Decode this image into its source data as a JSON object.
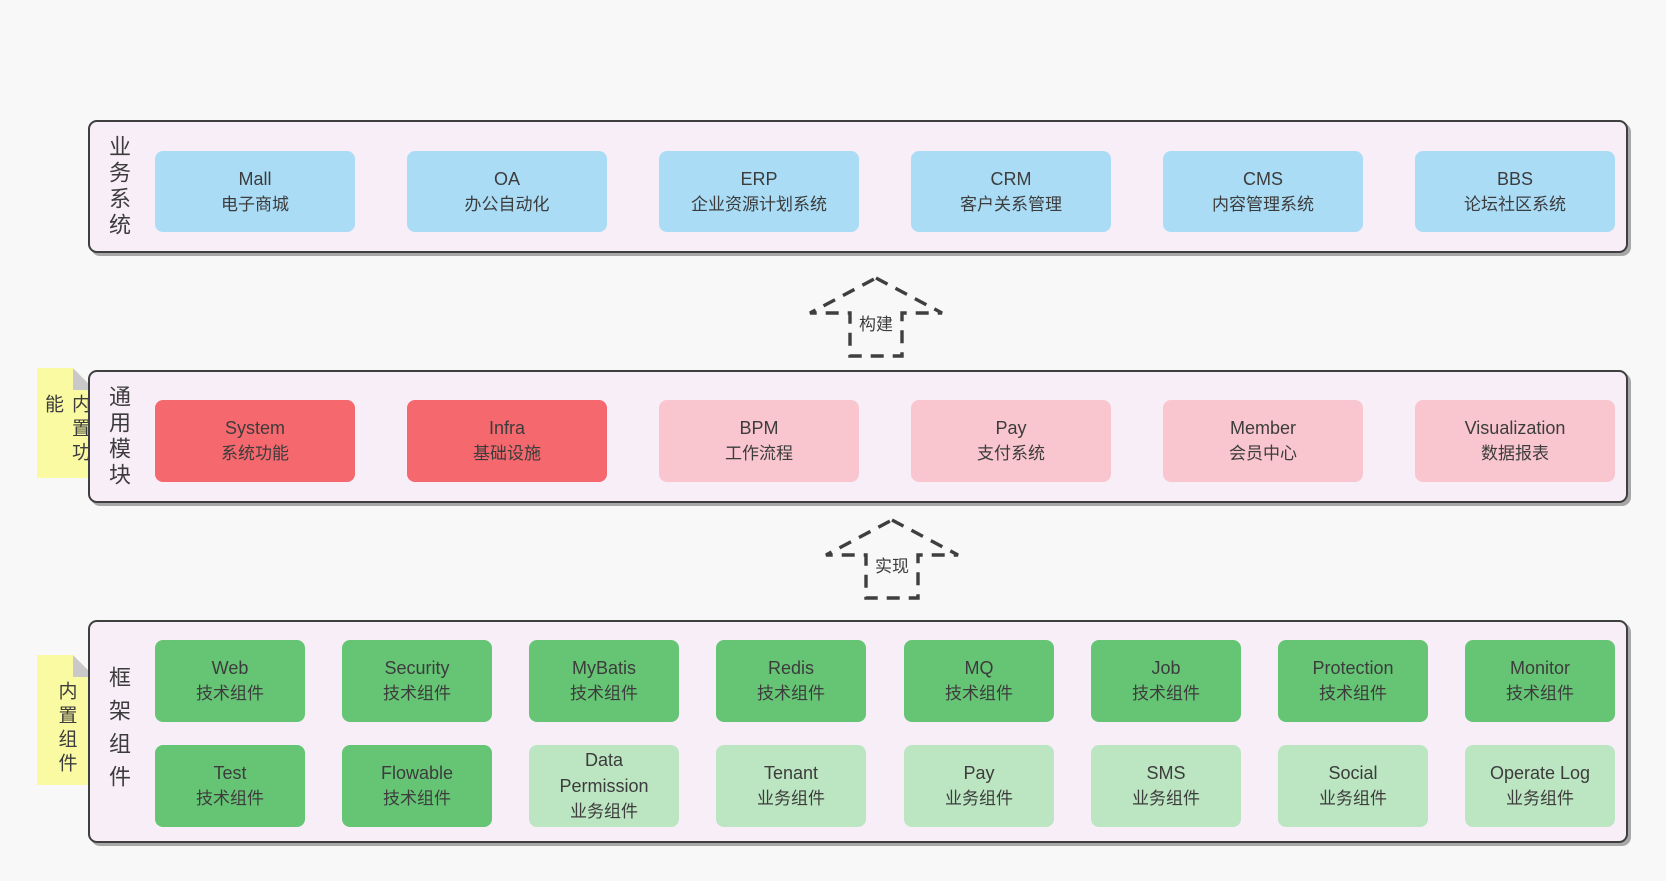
{
  "colors": {
    "page_bg": "#f8f8f8",
    "container_bg": "#f8eef7",
    "container_border": "#3f3f3f",
    "text": "#3c3c3c",
    "blue": "#aadcf6",
    "red": "#f4686e",
    "pink": "#f9c6cf",
    "green": "#66c575",
    "light_green": "#bce5c2",
    "sticky_yellow": "#fafaa2",
    "fold_gray": "#c9c9c9"
  },
  "layers": [
    {
      "label": "业务系统",
      "sticky": null,
      "rows": [
        [
          {
            "name": "Mall",
            "desc": "电子商城",
            "variant": "blue"
          },
          {
            "name": "OA",
            "desc": "办公自动化",
            "variant": "blue"
          },
          {
            "name": "ERP",
            "desc": "企业资源计划系统",
            "variant": "blue"
          },
          {
            "name": "CRM",
            "desc": "客户关系管理",
            "variant": "blue"
          },
          {
            "name": "CMS",
            "desc": "内容管理系统",
            "variant": "blue"
          },
          {
            "name": "BBS",
            "desc": "论坛社区系统",
            "variant": "blue"
          }
        ]
      ]
    },
    {
      "label": "通用模块",
      "sticky": "内置功能",
      "rows": [
        [
          {
            "name": "System",
            "desc": "系统功能",
            "variant": "red"
          },
          {
            "name": "Infra",
            "desc": "基础设施",
            "variant": "red"
          },
          {
            "name": "BPM",
            "desc": "工作流程",
            "variant": "pink"
          },
          {
            "name": "Pay",
            "desc": "支付系统",
            "variant": "pink"
          },
          {
            "name": "Member",
            "desc": "会员中心",
            "variant": "pink"
          },
          {
            "name": "Visualization",
            "desc": "数据报表",
            "variant": "pink"
          }
        ]
      ]
    },
    {
      "label": "框架组件",
      "sticky": "内置组件",
      "rows": [
        [
          {
            "name": "Web",
            "desc": "技术组件",
            "variant": "green"
          },
          {
            "name": "Security",
            "desc": "技术组件",
            "variant": "green"
          },
          {
            "name": "MyBatis",
            "desc": "技术组件",
            "variant": "green"
          },
          {
            "name": "Redis",
            "desc": "技术组件",
            "variant": "green"
          },
          {
            "name": "MQ",
            "desc": "技术组件",
            "variant": "green"
          },
          {
            "name": "Job",
            "desc": "技术组件",
            "variant": "green"
          },
          {
            "name": "Protection",
            "desc": "技术组件",
            "variant": "green"
          },
          {
            "name": "Monitor",
            "desc": "技术组件",
            "variant": "green"
          }
        ],
        [
          {
            "name": "Test",
            "desc": "技术组件",
            "variant": "green"
          },
          {
            "name": "Flowable",
            "desc": "技术组件",
            "variant": "green"
          },
          {
            "name": "Data Permission",
            "desc": "业务组件",
            "variant": "light_green"
          },
          {
            "name": "Tenant",
            "desc": "业务组件",
            "variant": "light_green"
          },
          {
            "name": "Pay",
            "desc": "业务组件",
            "variant": "light_green"
          },
          {
            "name": "SMS",
            "desc": "业务组件",
            "variant": "light_green"
          },
          {
            "name": "Social",
            "desc": "业务组件",
            "variant": "light_green"
          },
          {
            "name": "Operate Log",
            "desc": "业务组件",
            "variant": "light_green"
          }
        ]
      ]
    }
  ],
  "arrows": [
    {
      "label": "构建"
    },
    {
      "label": "实现"
    }
  ]
}
